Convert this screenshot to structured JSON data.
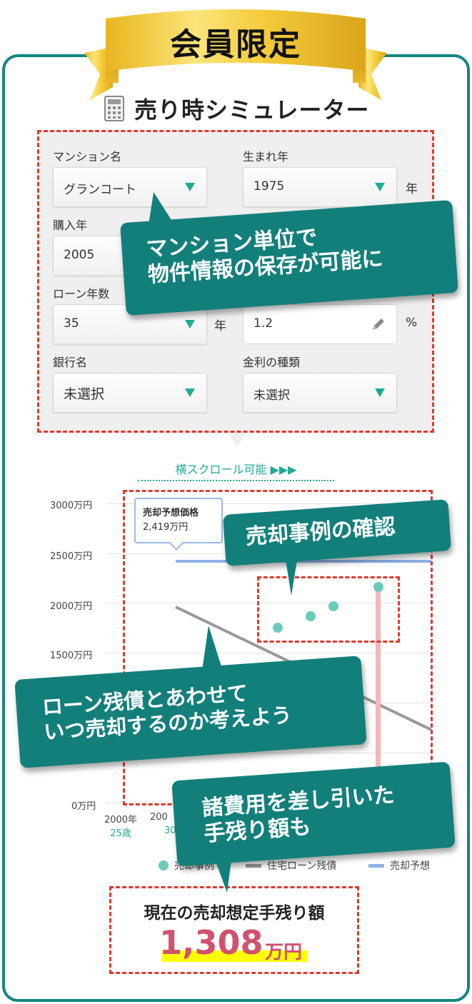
{
  "banner": {
    "label": "会員限定"
  },
  "simulator": {
    "title": "売り時シミュレーター",
    "icon": "calculator-icon"
  },
  "form": {
    "mansion_name": {
      "label": "マンション名",
      "value": "グランコート"
    },
    "birth_year": {
      "label": "生まれ年",
      "value": "1975",
      "unit": "年"
    },
    "purchase_year": {
      "label": "購入年",
      "value": "2005"
    },
    "loan_years": {
      "label": "ローン年数",
      "value": "35",
      "unit": "年"
    },
    "interest_rate": {
      "value": "1.2",
      "unit": "%",
      "icon": "pencil-icon"
    },
    "bank_name": {
      "label": "銀行名",
      "value": "未選択"
    },
    "rate_type": {
      "label": "金利の種類",
      "value": "未選択"
    }
  },
  "scroll_hint": "横スクロール可能 ▶▶▶",
  "tooltip": {
    "title": "売却予想価格",
    "value": "2,419万円"
  },
  "chart_data": {
    "type": "line",
    "title": "",
    "xlabel": "",
    "ylabel": "",
    "y_ticks": [
      "3000万円",
      "2500万円",
      "2000万円",
      "1500万円",
      "0万円"
    ],
    "ylim": [
      0,
      3000
    ],
    "x_ticks": [
      {
        "year": "2000年",
        "age": "25歳"
      },
      {
        "year": "200",
        "age": "30"
      }
    ],
    "grid": true,
    "series": [
      {
        "name": "売却事例",
        "type": "scatter",
        "color": "#6acbbb",
        "values": [
          1750,
          1860,
          1960,
          2160
        ]
      },
      {
        "name": "住宅ローン残債",
        "type": "line",
        "color": "#999999",
        "values": [
          1950,
          740
        ]
      },
      {
        "name": "売却予想価格",
        "type": "line",
        "color": "#8fb2e8",
        "values": [
          2419,
          2419
        ]
      }
    ],
    "legend": [
      "売却事例",
      "住宅ローン残債",
      "売却予想価格"
    ],
    "legend_position": "bottom"
  },
  "legend": {
    "item1": "売却事例",
    "item2": "住宅ローン残債",
    "item3": "売却予想"
  },
  "callouts": {
    "save": [
      "マンション単位で",
      "物件情報の保存が可能に"
    ],
    "cases": "売却事例の確認",
    "loan": [
      "ローン残債とあわせて",
      "いつ売却するのか考えよう"
    ],
    "net": [
      "諸費用を差し引いた",
      "手残り額も"
    ]
  },
  "result": {
    "label": "現在の売却想定手残り額",
    "value": "1,308",
    "unit": "万円"
  },
  "colors": {
    "teal": "#137f7a",
    "accent_green": "#1faa95",
    "dashed_red": "#e0392d",
    "result_pink": "#d0526f",
    "highlight_yellow": "#ffff00"
  }
}
